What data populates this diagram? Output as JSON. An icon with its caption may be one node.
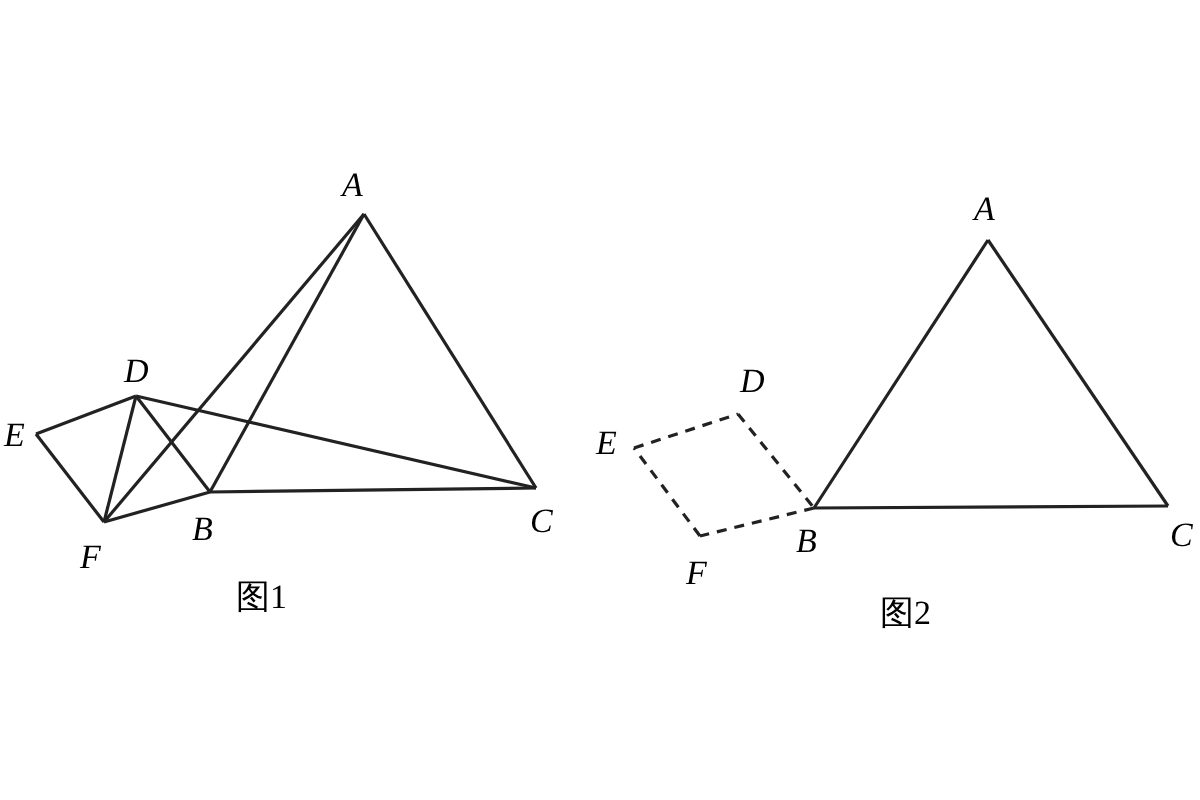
{
  "diagram": {
    "labels": [
      "A",
      "D",
      "E",
      "F",
      "B",
      "C",
      "图1",
      "A",
      "D",
      "E",
      "B",
      "F",
      "C",
      "图2"
    ]
  }
}
